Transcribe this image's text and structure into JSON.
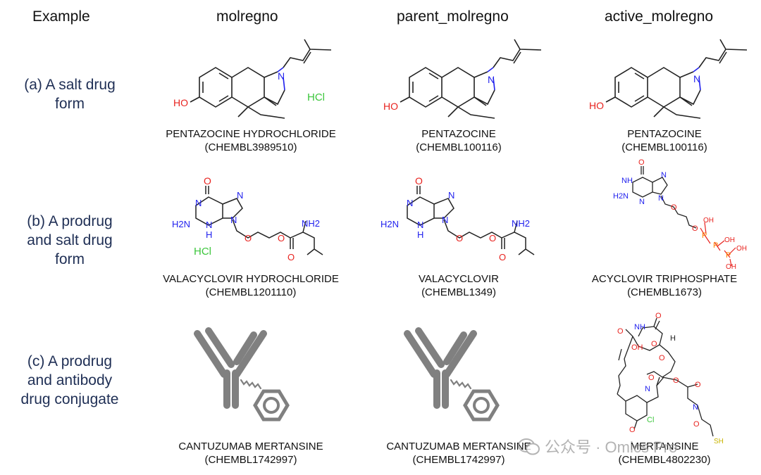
{
  "headers": [
    "Example",
    "molregno",
    "parent_molregno",
    "active_molregno"
  ],
  "rows": [
    {
      "label": [
        "(a) A salt drug",
        "form"
      ],
      "cells": [
        {
          "name": "PENTAZOCINE HYDROCHLORIDE",
          "id": "(CHEMBL3989510)",
          "salt": "HCl"
        },
        {
          "name": "PENTAZOCINE",
          "id": "(CHEMBL100116)"
        },
        {
          "name": "PENTAZOCINE",
          "id": "(CHEMBL100116)"
        }
      ]
    },
    {
      "label": [
        "(b) A prodrug",
        "and salt drug",
        "form"
      ],
      "cells": [
        {
          "name": "VALACYCLOVIR HYDROCHLORIDE",
          "id": "(CHEMBL1201110)",
          "salt": "HCl"
        },
        {
          "name": "VALACYCLOVIR",
          "id": "(CHEMBL1349)"
        },
        {
          "name": "ACYCLOVIR TRIPHOSPHATE",
          "id": "(CHEMBL1673)"
        }
      ]
    },
    {
      "label": [
        "(c) A prodrug",
        "and antibody",
        "drug conjugate"
      ],
      "cells": [
        {
          "name": "CANTUZUMAB MERTANSINE",
          "id": "(CHEMBL1742997)"
        },
        {
          "name": "CANTUZUMAB MERTANSINE",
          "id": "(CHEMBL1742997)"
        },
        {
          "name": "MERTANSINE",
          "id": "(CHEMBL4802230)"
        }
      ]
    }
  ],
  "atoms": {
    "ho": "HO",
    "n": "N",
    "o": "O",
    "nh": "NH",
    "h": "H",
    "h2n": "H2N",
    "nh2": "NH2",
    "oh": "OH",
    "p": "P",
    "cl": "Cl",
    "sh": "SH"
  },
  "watermark": "公众号 · Omics Pro",
  "colors": {
    "label": "#1f2f55",
    "nitrogen": "#1f1fee",
    "oxygen": "#e8231f",
    "chlorine": "#3cc63c",
    "sulfur": "#c8b400",
    "phosphorus": "#ff8000",
    "antibody": "#808080"
  }
}
